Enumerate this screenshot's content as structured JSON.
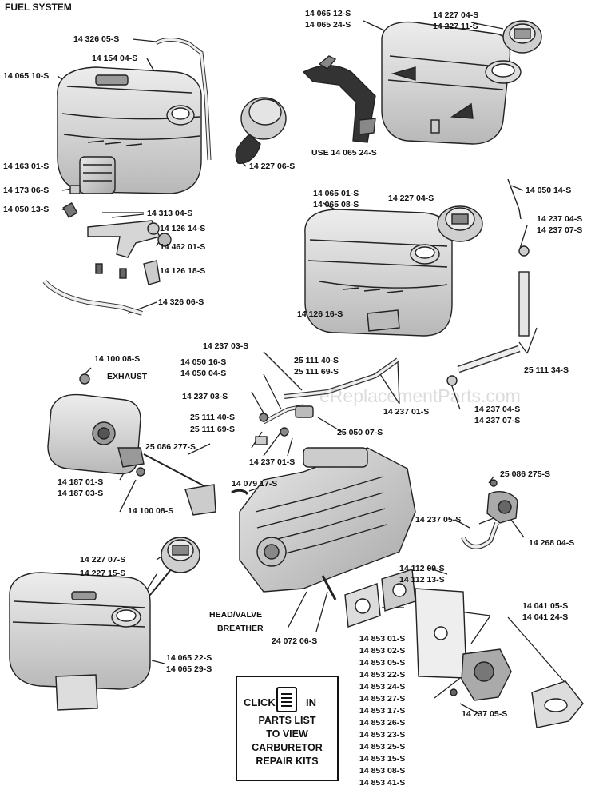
{
  "title": "FUEL SYSTEM",
  "watermark": "eReplacementParts.com",
  "labels": {
    "l01": "14 326 05-S",
    "l02": "14 154 04-S",
    "l03": "14 065 10-S",
    "l04": "14 163 01-S",
    "l05": "14 173 06-S",
    "l06": "14 050 13-S",
    "l07": "14 313 04-S",
    "l08": "14 126 14-S",
    "l09": "14 462 01-S",
    "l10": "14 126 18-S",
    "l11": "14 326 06-S",
    "l12": "14 227 06-S",
    "l13": "14 065 12-S",
    "l14": "14 065 24-S",
    "l15": "14 227 04-S",
    "l16": "14 227 11-S",
    "l17": "USE 14 065 24-S",
    "l18": "14 065 01-S",
    "l19": "14 065 08-S",
    "l20": "14 227 04-S",
    "l21": "14 050 14-S",
    "l22": "14 237 04-S",
    "l23": "14 237 07-S",
    "l24": "14 126 16-S",
    "l25": "25 111 34-S",
    "l26": "14 237 03-S",
    "l27": "14 050 16-S",
    "l28": "14 050 04-S",
    "l29": "25 111 40-S",
    "l30": "25 111 69-S",
    "l31": "14 100 08-S",
    "l32": "EXHAUST",
    "l33": "14 237 03-S",
    "l34": "25 111 40-S",
    "l35": "25 111 69-S",
    "l36": "14 237 01-S",
    "l37": "25 050 07-S",
    "l38": "14 237 04-S",
    "l39": "14 237 07-S",
    "l40": "25 086 277-S",
    "l41": "14 237 01-S",
    "l42": "14 187 01-S",
    "l43": "14 187 03-S",
    "l44": "14 100 08-S",
    "l45": "14 079 17-S",
    "l46": "25 086 275-S",
    "l47": "14 237 05-S",
    "l48": "14 268 04-S",
    "l49": "14 227 07-S",
    "l50": "14 227 15-S",
    "l51": "14 112 09-S",
    "l52": "14 112 13-S",
    "l53": "HEAD/VALVE",
    "l54": "BREATHER",
    "l55": "24 072 06-S",
    "l56": "14 041 05-S",
    "l57": "14 041 24-S",
    "l58": "14 065 22-S",
    "l59": "14 065 29-S",
    "l60": "14 237 05-S",
    "carb_list": [
      "14 853 01-S",
      "14 853 02-S",
      "14 853 05-S",
      "14 853 22-S",
      "14 853 24-S",
      "14 853 27-S",
      "14 853 17-S",
      "14 853 26-S",
      "14 853 23-S",
      "14 853 25-S",
      "14 853 15-S",
      "14 853 08-S",
      "14 853 41-S"
    ]
  },
  "click_box": {
    "word1": "CLICK",
    "word2": "IN",
    "line1": "PARTS LIST",
    "line2": "TO VIEW",
    "line3": "CARBURETOR",
    "line4": "REPAIR KITS",
    "icon": "parts-list-document-icon"
  }
}
